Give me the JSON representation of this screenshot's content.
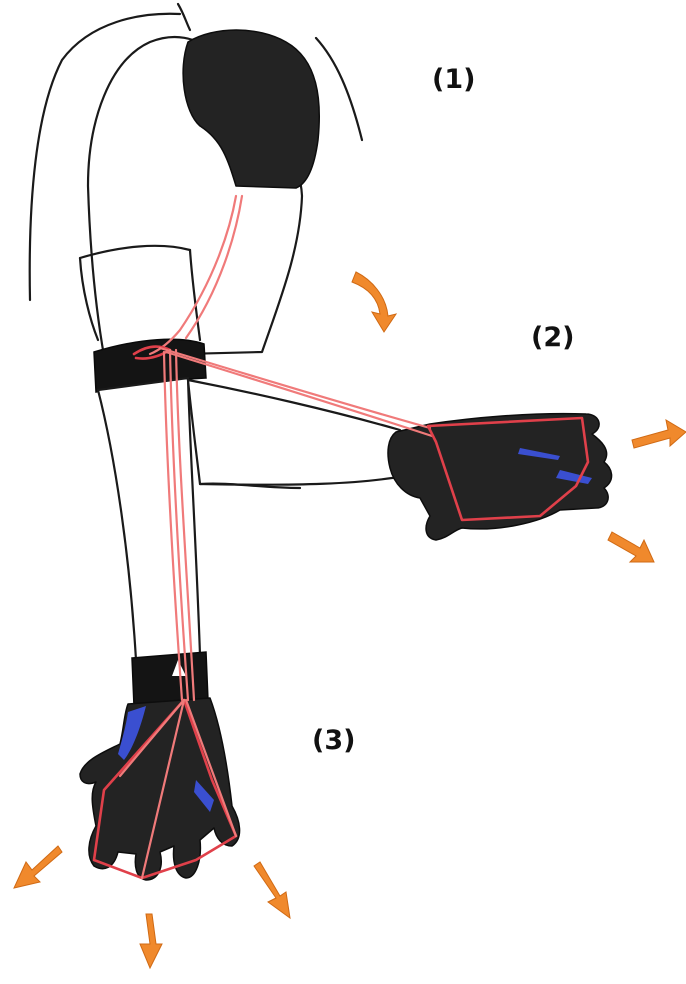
{
  "labels": {
    "pose_1": "(1)",
    "pose_2": "(2)",
    "pose_3": "(3)"
  },
  "colors": {
    "outline": "#1a1a1a",
    "glove": "#232323",
    "glove_accent": "#3a4fd0",
    "cable": "#f07a7a",
    "arrow": "#f0892c"
  },
  "icons": {
    "rotation_arrow": "curved-arrow",
    "direction_arrow": "straight-arrow"
  }
}
